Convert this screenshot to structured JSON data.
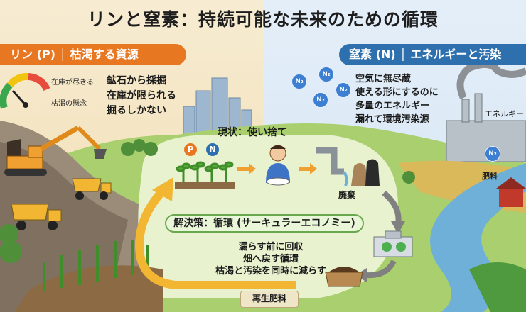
{
  "title": "リンと窒素：持続可能な未来のための循環",
  "left_header": "リン (P) │ 枯渇する資源",
  "right_header": "窒素 (N) │ エネルギーと汚染",
  "gauge": {
    "label_high": "在庫が尽きる",
    "label_low": "枯渇の懸念"
  },
  "mining_text": [
    "鉱石から採掘",
    "在庫が限られる",
    "掘るしかない"
  ],
  "nitrogen_text": [
    "空気に無尽蔵",
    "使える形にするのに",
    "多量のエネルギー",
    "漏れて環境汚染源"
  ],
  "factory_label": "エネルギー",
  "fertilizer_label": "肥料",
  "current_state_label": "現状：使い捨て",
  "nutrient_p": "P",
  "nutrient_n": "N",
  "waste_label": "廃棄",
  "solution_label": "解決策：循環 (サーキュラーエコノミー)",
  "solution_text": [
    "漏らす前に回収",
    "畑へ戻す循環",
    "枯渇と汚染を同時に減らす"
  ],
  "recycled_label": "再生肥料",
  "n2_label": "N₂",
  "colors": {
    "phosphorus_accent": "#e87722",
    "nitrogen_accent": "#2e6fae",
    "cycle_arrow": "#f2b632",
    "flow_arrow": "#808080"
  }
}
